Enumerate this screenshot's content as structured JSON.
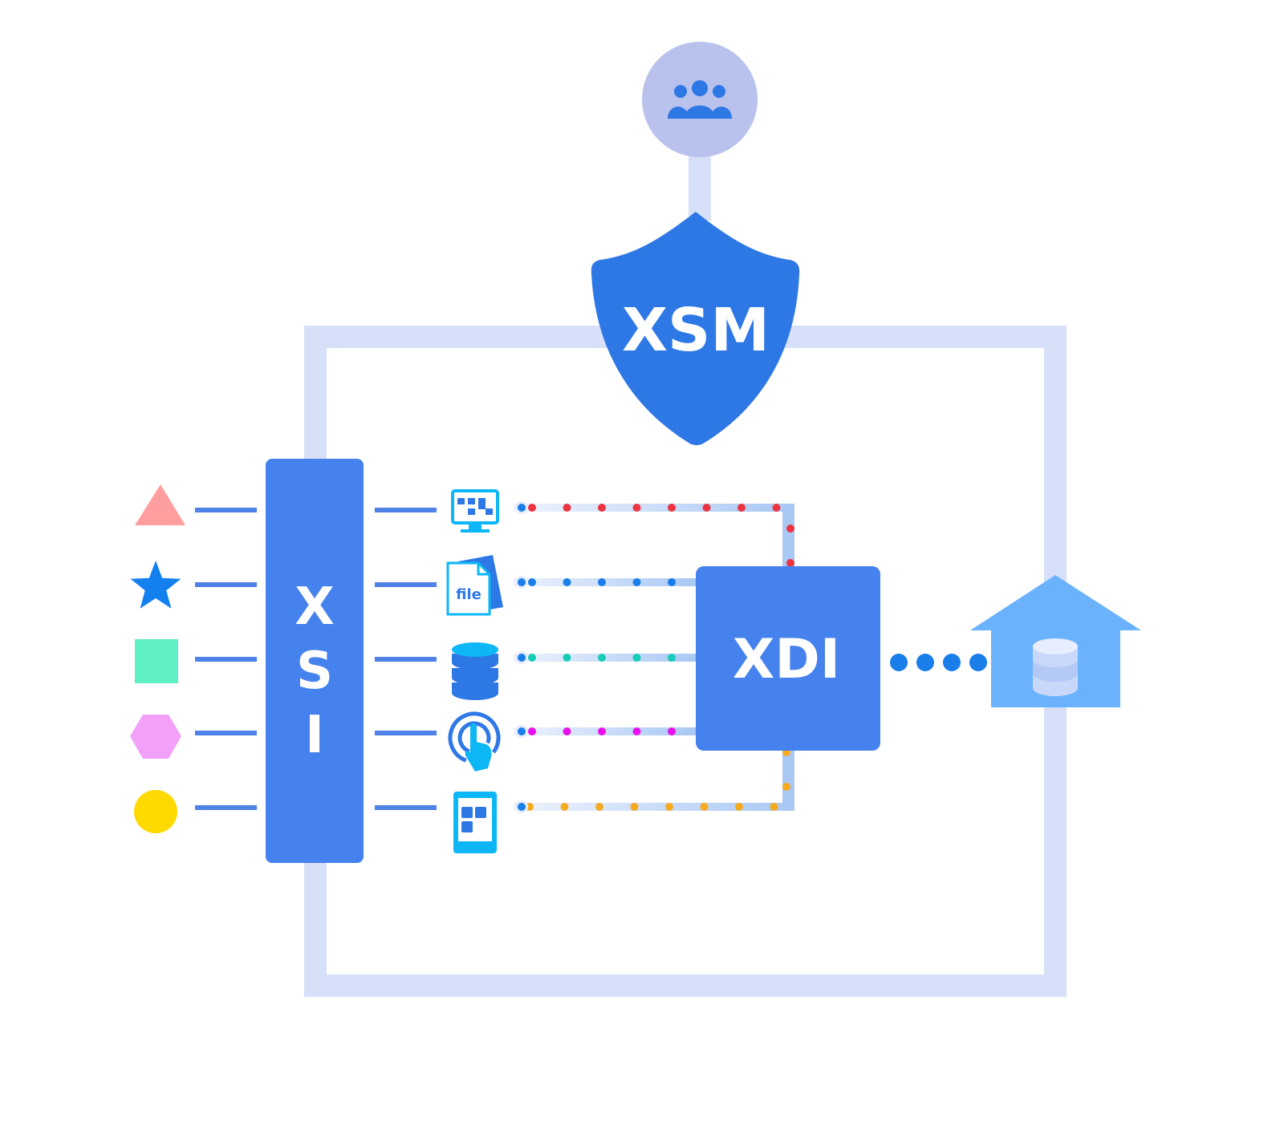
{
  "nodes": {
    "xsm": {
      "label": "XSM",
      "color": "#2E78E6"
    },
    "xsi": {
      "letters": [
        "X",
        "S",
        "I"
      ],
      "color": "#4682EE"
    },
    "xdi": {
      "label": "XDI",
      "color": "#4682EE"
    },
    "users": {
      "icon": "users-group-icon",
      "color": "#B8C2EC",
      "icon_color": "#2E78E6"
    },
    "warehouse": {
      "icon": "house-database-icon",
      "color": "#6AB3FC"
    }
  },
  "frame": {
    "color": "#D6E0F8"
  },
  "sources": [
    {
      "shape": "triangle",
      "color": "#FF9E9E"
    },
    {
      "shape": "star",
      "color": "#1480F0"
    },
    {
      "shape": "square",
      "color": "#5FF0C6"
    },
    {
      "shape": "hexagon",
      "color": "#F2A0F8"
    },
    {
      "shape": "circle",
      "color": "#FFD900"
    }
  ],
  "endpoints": [
    {
      "icon": "monitor-dashboard-icon",
      "dot_color": "#EE3340"
    },
    {
      "icon": "file-icon",
      "text": "file",
      "dot_color": "#1A7EEA"
    },
    {
      "icon": "database-icon",
      "dot_color": "#16CDB8"
    },
    {
      "icon": "touch-click-icon",
      "dot_color": "#EA10EE"
    },
    {
      "icon": "tablet-app-icon",
      "dot_color": "#F5AA20"
    }
  ],
  "connector_color": "#4E82E6",
  "output_dot_color": "#1A7EEA"
}
